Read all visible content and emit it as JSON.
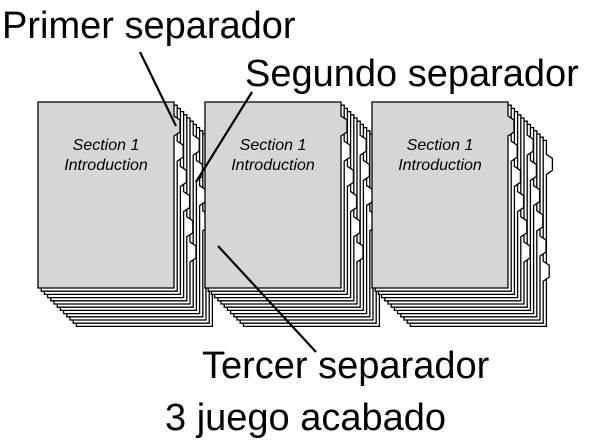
{
  "labels": {
    "first_divider": "Primer separador",
    "second_divider": "Segundo separador",
    "third_divider": "Tercer separador",
    "finished_set": "3 juego acabado"
  },
  "sheet": {
    "section": "Section  1",
    "title": "Introduction"
  },
  "sets": [
    {
      "section": "Section  1",
      "title": "Introduction"
    },
    {
      "section": "Section  1",
      "title": "Introduction"
    },
    {
      "section": "Section  1",
      "title": "Introduction"
    }
  ],
  "colors": {
    "front_sheet": "#d6d6d6",
    "back_sheets": "#ffffff",
    "stroke": "#000000"
  }
}
